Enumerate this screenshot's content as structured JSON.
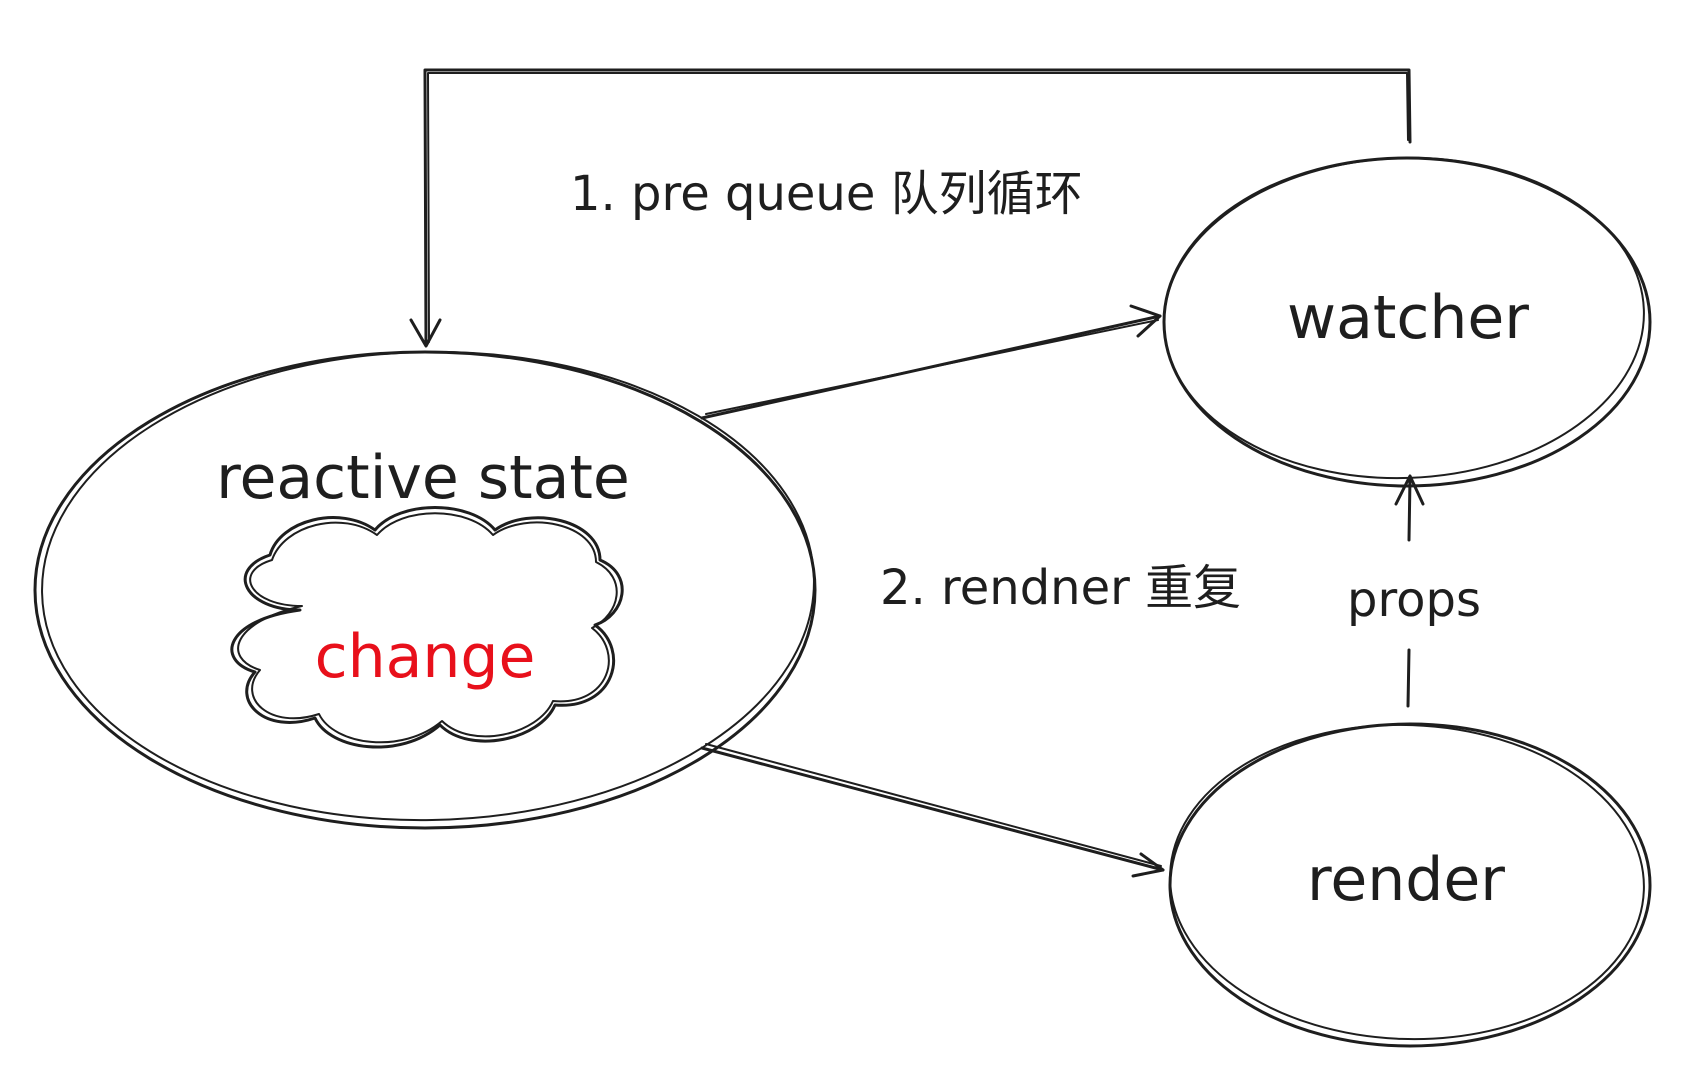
{
  "nodes": {
    "reactive_state": {
      "label": "reactive state"
    },
    "change": {
      "label": "change",
      "color": "#e8101b"
    },
    "watcher": {
      "label": "watcher"
    },
    "render": {
      "label": "render"
    }
  },
  "edges": {
    "pre_queue": {
      "label": "1. pre queue 队列循环"
    },
    "render_repeat": {
      "label": "2. rendner 重复"
    },
    "props": {
      "label": "props"
    }
  },
  "colors": {
    "stroke": "#1e1e1e",
    "background": "#ffffff"
  }
}
